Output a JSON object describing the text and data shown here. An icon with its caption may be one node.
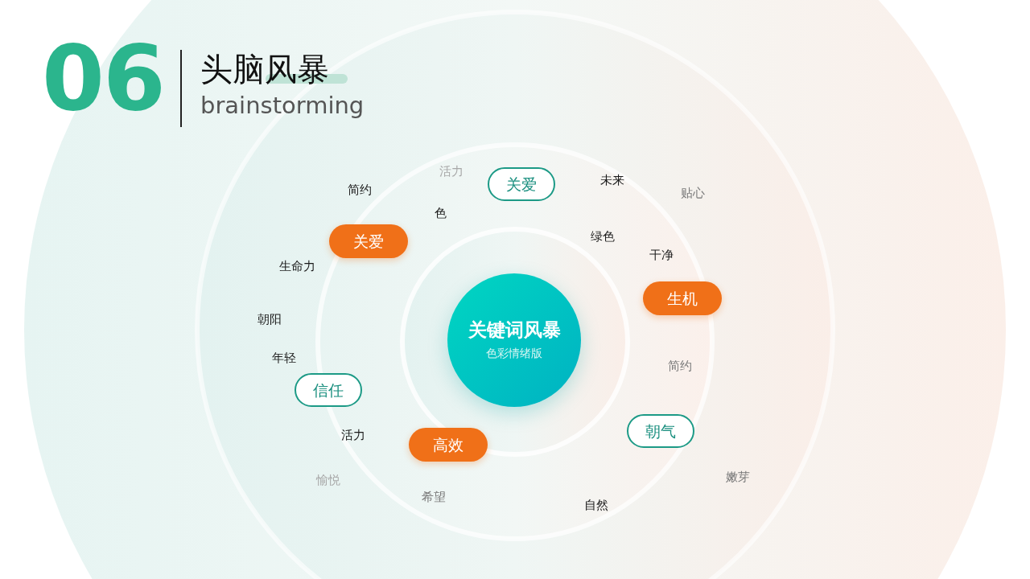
{
  "diagram": {
    "title": "头脑风暴",
    "nodes": [
      {
        "text": [
          "关爱"
        ]
      },
      {
        "text": [
          "关爱"
        ]
      },
      {
        "text": [
          "生机"
        ]
      },
      {
        "text": [
          "关键词风暴",
          "色彩情绪版"
        ]
      },
      {
        "text": [
          "信任"
        ]
      },
      {
        "text": [
          "朝气"
        ]
      },
      {
        "text": [
          "高效"
        ]
      }
    ],
    "labels": [
      "06",
      "brainstorming",
      "活力",
      "未来",
      "简约",
      "贴心",
      "色",
      "绿色",
      "干净",
      "生命力",
      "朝阳",
      "年轻",
      "简约",
      "活力",
      "嫩芽",
      "愉悦",
      "希望",
      "自然"
    ]
  }
}
